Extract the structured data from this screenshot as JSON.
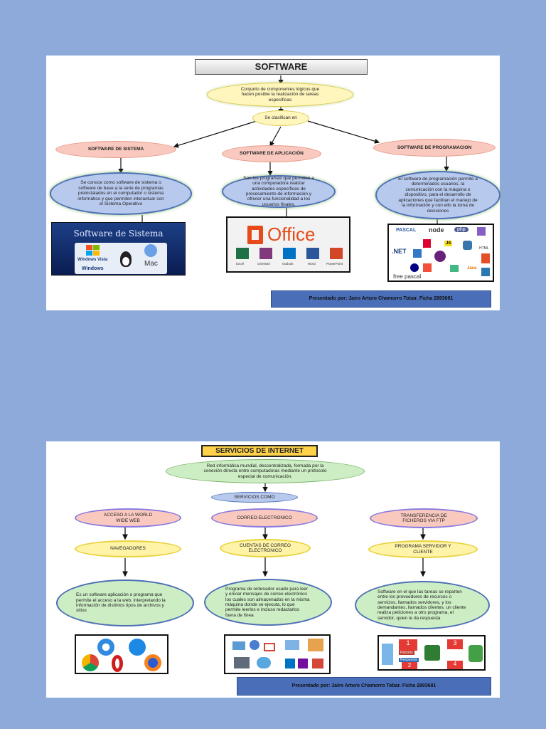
{
  "panel1": {
    "title": "SOFTWARE",
    "definition": "Conjunto de componentes lógicos que hacen posible la realización de tareas específicas",
    "classify": "Se clasifican en",
    "categories": [
      {
        "name": "SOFTWARE DE SISTEMA",
        "desc": "Se conoce como software de sistema o software de base a la serie de programas preinstalados en el computador o sistema informático y que permiten interactuar con el Sistema Operativo"
      },
      {
        "name": "SOFTWARE DE APLICACIÓN",
        "desc": "Son los programas que permiten a una computadora realizar actividades específicas de procesamiento de información y ofrecer una funcionalidad a los usuarios finales."
      },
      {
        "name": "SOFTWARE DE PROGRAMACION",
        "desc": "El software de programación permite a determinados usuarios, la comunicación con la máquina o dispositivo, para el desarrollo de aplicaciones que facilitan el manejo de la información y con ello la toma de decisiones"
      }
    ],
    "image1": {
      "title": "Software de Sistema",
      "labels": [
        "Windows Vista",
        "Windows",
        "Mac"
      ]
    },
    "image2": {
      "title": "Office",
      "apps": [
        "Excel",
        "OneNote",
        "Outlook",
        "Word",
        "PowerPoint"
      ]
    },
    "image3": {
      "labels": [
        "PASCAL",
        "node",
        "php",
        ".NET",
        "JS",
        "free pascal",
        "Java",
        "HTML"
      ]
    },
    "credit": "Presentado por: Jairo Arturo Chamorro Tobar. Ficha 2893681"
  },
  "panel2": {
    "title": "SERVICIOS DE INTERNET",
    "definition": "Red informática mundial, descentralizada, formada por la conexión directa entre computadoras mediante un protocolo especial de comunicación.",
    "services_label": "SERVICIOS COMO",
    "services": [
      {
        "name": "ACCESO A LA WORLD WIDE WEB",
        "tool": "NAVEGADORES",
        "desc": "Es un software aplicación o programa que permite el acceso a la web, interpretando la información de distintos tipos de archivos y sitios"
      },
      {
        "name": "CORREO ELECTRONICO",
        "tool": "CUENTAS DE CORREO ELECTRONICO",
        "desc": "Programa de ordenador usado para leer y enviar mensajes de correo electrónico los cuales son almacenados en la misma máquina donde se ejecuta, lo que permite leerlos e incluso redactarlos fuera de línea"
      },
      {
        "name": "TRANSFERENCIA DE FICHEROS VIA FTP",
        "tool": "PROGRAMA SERVIDOR Y CLIENTE",
        "desc": "Software en el que las tareas se reparten entre los proveedores de recursos o servicios, llamados servidores, y los demandantes, llamados clientes. un cliente realiza peticiones a otro programa, el servidor, quien le da respuesta"
      }
    ],
    "image3": {
      "labels": [
        "Petición",
        "Respuesta",
        "1",
        "2",
        "3",
        "4"
      ]
    },
    "credit": "Presentado por: Jairo Arturo Chamorro Tobar. Ficha 2893681"
  },
  "colors": {
    "background": "#8eaadb",
    "pink": "#f9c9bf",
    "yellow": "#fff3a8",
    "blue_node": "#b8c9ee",
    "green": "#cdeec4",
    "credit": "#4a6fb8"
  }
}
